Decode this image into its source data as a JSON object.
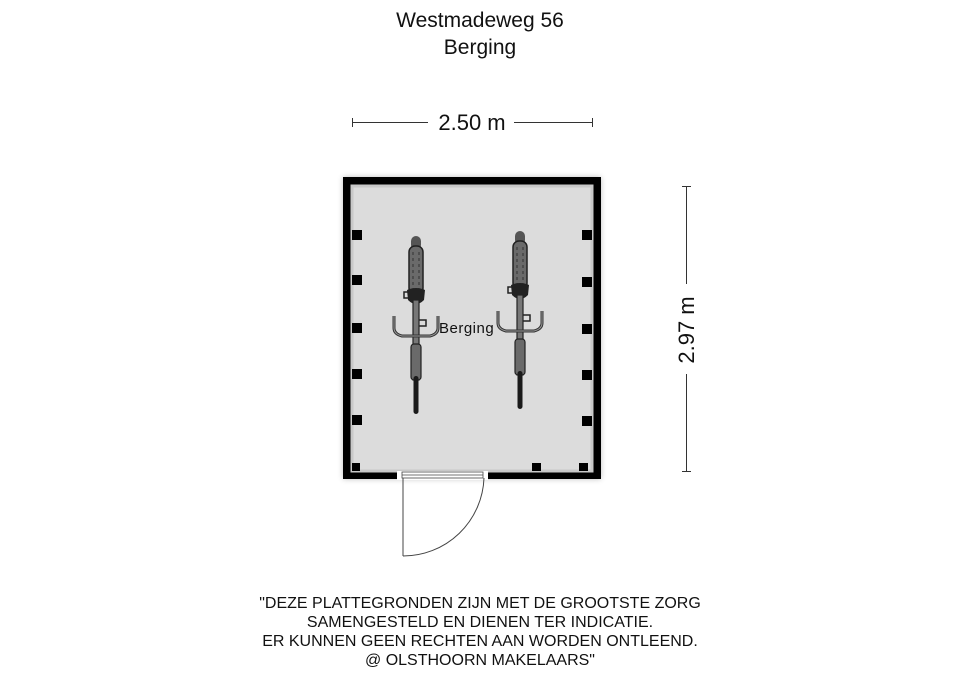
{
  "header": {
    "address": "Westmadeweg 56",
    "floor": "Berging"
  },
  "dimensions": {
    "width": "2.50 m",
    "depth": "2.97 m"
  },
  "rooms": [
    {
      "label": "Berging"
    }
  ],
  "furniture": [
    {
      "type": "bicycle",
      "icon": "bicycle-icon"
    },
    {
      "type": "bicycle",
      "icon": "bicycle-icon"
    }
  ],
  "door": {
    "icon": "door-swing-icon"
  },
  "colors": {
    "wall": "#000000",
    "floor": "#dcdcdc",
    "background": "#ffffff",
    "dimension_line": "#333333"
  },
  "disclaimer": {
    "lines": [
      "\"DEZE PLATTEGRONDEN ZIJN MET DE GROOTSTE ZORG",
      "SAMENGESTELD EN DIENEN TER INDICATIE.",
      "ER KUNNEN GEEN RECHTEN AAN WORDEN ONTLEEND.",
      "@ OLSTHOORN MAKELAARS\""
    ]
  }
}
